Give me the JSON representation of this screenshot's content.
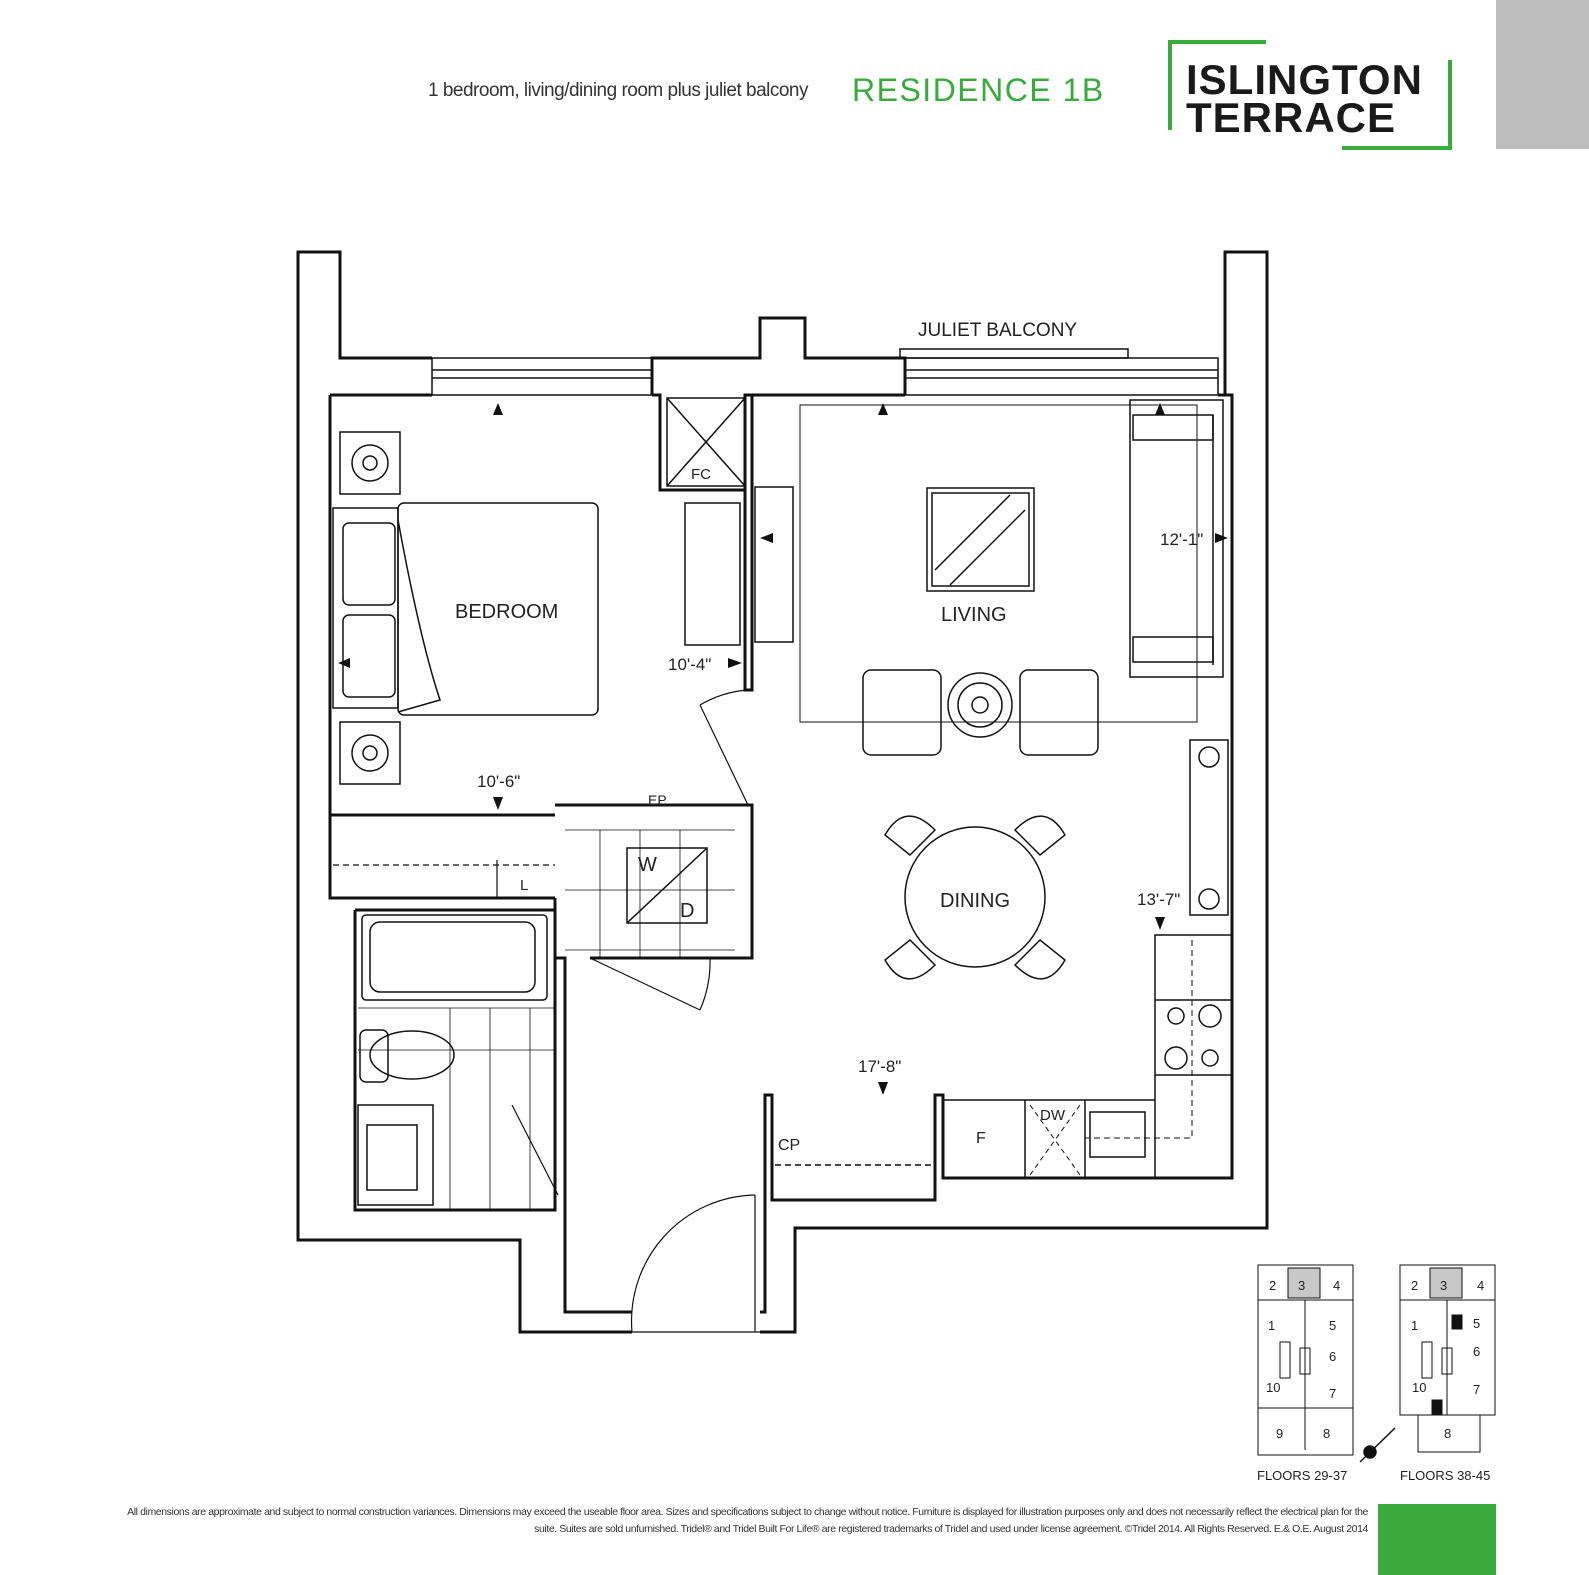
{
  "header": {
    "subtitle": "1 bedroom, living/dining room plus juliet balcony",
    "residence": "RESIDENCE 1B",
    "logo_line1": "ISLINGTON",
    "logo_line2": "TERRACE"
  },
  "colors": {
    "brand_green": "#3aaa3c",
    "tab_gray": "#bdbdbd"
  },
  "plan": {
    "labels": {
      "juliet_balcony": "JULIET BALCONY",
      "bedroom": "BEDROOM",
      "living": "LIVING",
      "dining": "DINING",
      "fc": "FC",
      "ep": "EP",
      "l": "L",
      "w": "W",
      "d": "D",
      "cp": "CP",
      "f": "F",
      "dw": "DW"
    },
    "dimensions": {
      "bedroom_width": "10'-4\"",
      "bedroom_depth": "10'-6\"",
      "living_width": "12'-1\"",
      "kitchen_depth": "13'-7\"",
      "overall_depth": "17'-8\""
    }
  },
  "keyplans": [
    {
      "caption": "FLOORS 29-37",
      "units": [
        "2",
        "3",
        "4",
        "1",
        "5",
        "6",
        "10",
        "7",
        "9",
        "8"
      ],
      "highlighted": "3"
    },
    {
      "caption": "FLOORS 38-45",
      "units": [
        "2",
        "3",
        "4",
        "1",
        "5",
        "6",
        "10",
        "7",
        "8"
      ],
      "highlighted": "3"
    }
  ],
  "disclaimer": "All dimensions are approximate and subject to normal construction variances. Dimensions may exceed the useable floor area. Sizes and specifications subject to change without notice. Furniture is displayed for illustration purposes only and does not necessarily reflect the electrical plan for the suite. Suites are sold unfurnished. Tridel® and Tridel Built For Life® are registered trademarks of Tridel and used under license agreement. ©Tridel 2014. All Rights Reserved. E.& O.E. August 2014"
}
